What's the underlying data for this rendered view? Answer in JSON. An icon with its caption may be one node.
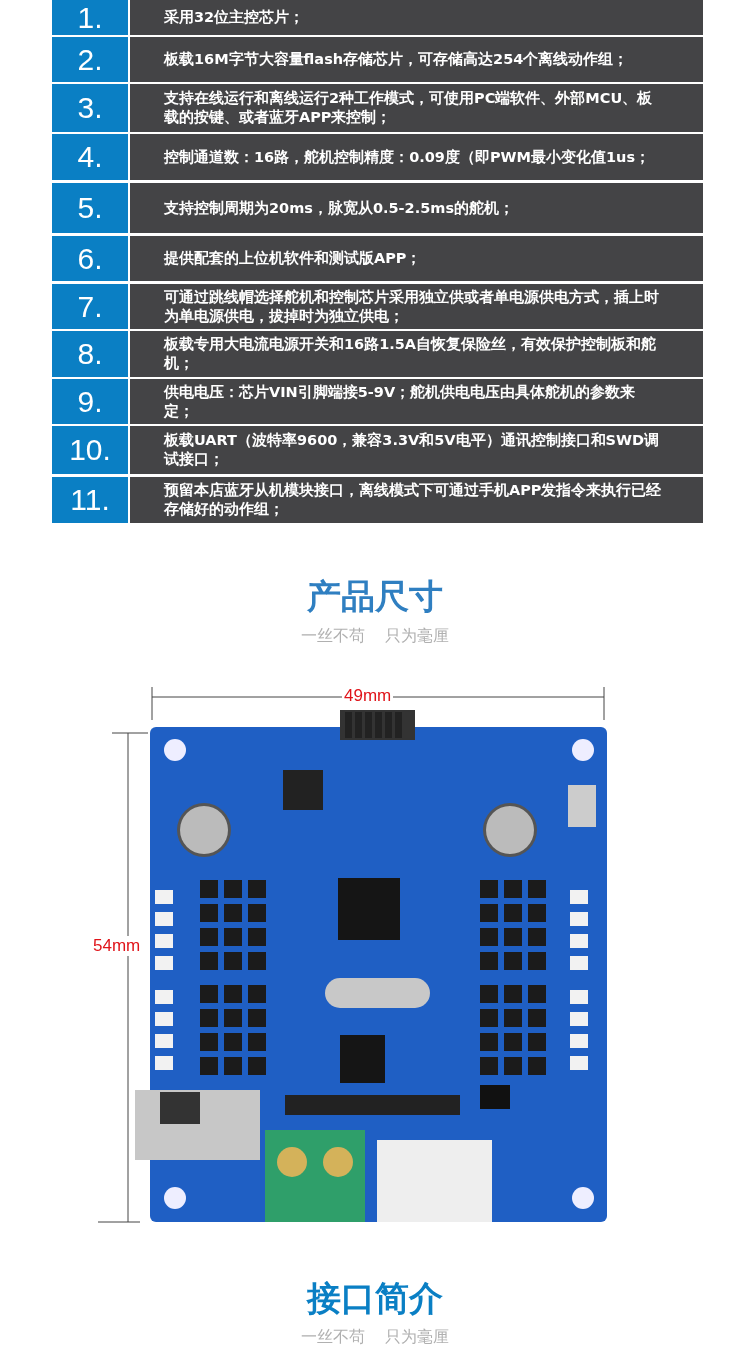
{
  "diagram": {
    "labels": [
      "1.",
      "采用32位主控芯片；",
      "2.",
      "板载16M字节大容量flash存储芯片，可存储高达254个离线动作组；",
      "3.",
      "支持在线运行和离线运行2种工作模式，可使用PC端软件、外部MCU、板载的按键、或者蓝牙APP来控制；",
      "4.",
      "控制通道数：16路，舵机控制精度：0.09度（即PWM最小变化值1us；",
      "5.",
      "支持控制周期为20ms，脉宽从0.5-2.5ms的舵机；",
      "6.",
      "提供配套的上位机软件和测试版APP；",
      "7.",
      "可通过跳线帽选择舵机和控制芯片采用独立供或者单电源供电方式，插上时为单电源供电，拔掉时为独立供电；",
      "8.",
      "板载专用大电流电源开关和16路1.5A自恢复保险丝，有效保护控制板和舵机；",
      "9.",
      "供电电压：芯片VIN引脚端接5-9V；舵机供电电压由具体舵机的参数来定；",
      "10.",
      "板载UART（波特率9600，兼容3.3V和5V电平）通讯控制接口和SWD调试接口；",
      "11.",
      "预留本店蓝牙从机模块接口，离线模式下可通过手机APP发指令来执行已经存储好的动作组；",
      "产品尺寸",
      "一丝不苟 只为毫厘",
      "49mm",
      "54mm",
      "接口简介",
      "一丝不苟 只为毫厘"
    ]
  }
}
